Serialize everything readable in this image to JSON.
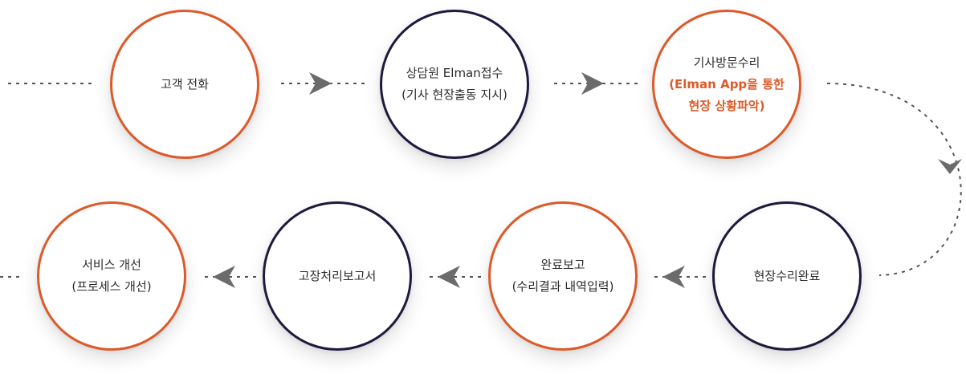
{
  "colors": {
    "accent": "#dc5a2a",
    "navy": "#1d1a3d",
    "connector": "#555555",
    "arrow": "#6b6b6b"
  },
  "steps": [
    {
      "id": "call",
      "lines": [
        "고객 전화"
      ],
      "highlight": [],
      "border": "orange"
    },
    {
      "id": "consult",
      "lines": [
        "상담원 Elman접수",
        "(기사 현장출동 지시)"
      ],
      "highlight": [],
      "border": "navy"
    },
    {
      "id": "visit",
      "lines": [
        "기사방문수리",
        "(Elman App을 통한",
        "현장 상황파악)"
      ],
      "highlight": [
        1,
        2
      ],
      "border": "orange"
    },
    {
      "id": "done",
      "lines": [
        "현장수리완료"
      ],
      "highlight": [],
      "border": "navy"
    },
    {
      "id": "report-entry",
      "lines": [
        "완료보고",
        "(수리결과 내역입력)"
      ],
      "highlight": [],
      "border": "orange"
    },
    {
      "id": "fault-report",
      "lines": [
        "고장처리보고서"
      ],
      "highlight": [],
      "border": "navy"
    },
    {
      "id": "improve",
      "lines": [
        "서비스 개선",
        "(프로세스 개선)"
      ],
      "highlight": [],
      "border": "orange"
    }
  ]
}
